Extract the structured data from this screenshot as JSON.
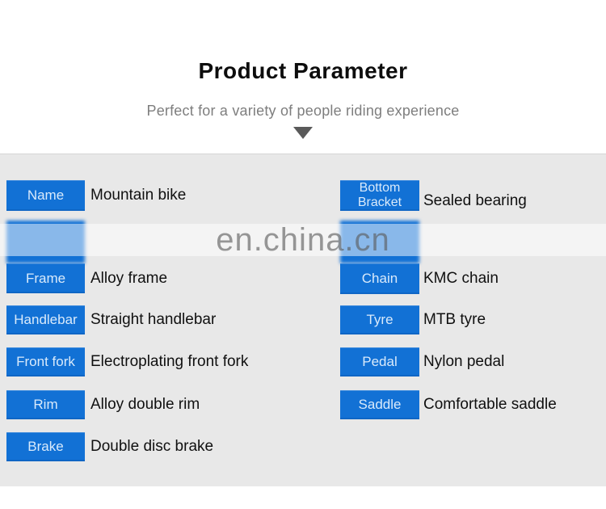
{
  "header": {
    "title": "Product Parameter",
    "subtitle": "Perfect for a variety of people riding experience"
  },
  "watermark": {
    "text": "en.china.cn"
  },
  "colors": {
    "accent_blue": "#1271d5",
    "panel_bg": "#e8e8e8",
    "btn_label": "#d9eafb",
    "value_color": "#101010",
    "subtitle_color": "#7e7e7e",
    "arrow_color": "#5a5a5a"
  },
  "parameters": {
    "left": [
      {
        "label": "Name",
        "value": "Mountain bike"
      },
      {
        "label": "",
        "value": ""
      },
      {
        "label": "Frame",
        "value": "Alloy frame"
      },
      {
        "label": "Handlebar",
        "value": "Straight handlebar"
      },
      {
        "label": "Front fork",
        "value": "Electroplating front fork"
      },
      {
        "label": "Rim",
        "value": "Alloy double rim"
      },
      {
        "label": "Brake",
        "value": "Double disc brake"
      }
    ],
    "right": [
      {
        "label": "Bottom Bracket",
        "value": "Sealed bearing"
      },
      {
        "label": "",
        "value": ""
      },
      {
        "label": "Chain",
        "value": "KMC chain"
      },
      {
        "label": "Tyre",
        "value": "MTB tyre"
      },
      {
        "label": "Pedal",
        "value": "Nylon pedal"
      },
      {
        "label": "Saddle",
        "value": "Comfortable saddle"
      }
    ]
  }
}
